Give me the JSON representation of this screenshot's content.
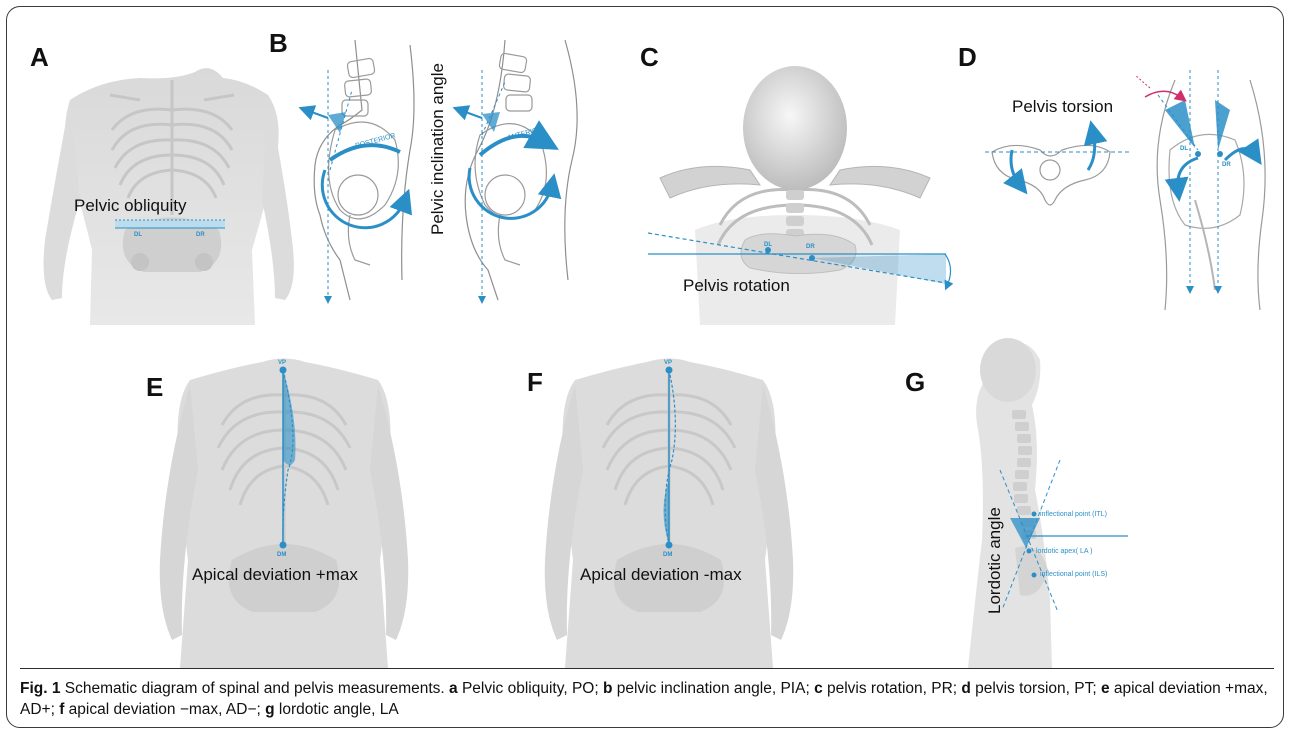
{
  "panels": {
    "A": {
      "letter": "A",
      "label": "Pelvic obliquity",
      "dl": "DL",
      "dr": "DR"
    },
    "B": {
      "letter": "B",
      "label": "Pelvic inclination angle",
      "posterior": "POSTERIOR",
      "anterior": "ANTERIOR"
    },
    "C": {
      "letter": "C",
      "label": "Pelvis rotation",
      "dl": "DL",
      "dr": "DR"
    },
    "D": {
      "letter": "D",
      "label": "Pelvis torsion",
      "dl": "DL",
      "dr": "DR"
    },
    "E": {
      "letter": "E",
      "label": "Apical deviation +max",
      "vp": "VP",
      "dm": "DM"
    },
    "F": {
      "letter": "F",
      "label": "Apical deviation -max",
      "vp": "VP",
      "dm": "DM"
    },
    "G": {
      "letter": "G",
      "label": "Lordotic angle",
      "itl": "inflectional point (ITL)",
      "la": "lordotic apex( LA )",
      "ils": "inflectional point (ILS)"
    }
  },
  "caption": {
    "fig": "Fig. 1",
    "title": " Schematic diagram of spinal and pelvis measurements. ",
    "a": "a",
    "a_text": " Pelvic obliquity, PO; ",
    "b": "b",
    "b_text": " pelvic inclination angle, PIA; ",
    "c": "c",
    "c_text": " pelvis rotation, PR; ",
    "d": "d",
    "d_text": " pelvis torsion, PT; ",
    "e": "e",
    "e_text": " apical deviation +max, AD+; ",
    "f": "f",
    "f_text": " apical deviation −max, AD−; ",
    "g": "g",
    "g_text": " lordotic angle, LA"
  },
  "colors": {
    "accent": "#2b8fc7",
    "skeleton": "#c9c9c9",
    "body": "#e2e2e2",
    "torsion": "#d0306a"
  }
}
